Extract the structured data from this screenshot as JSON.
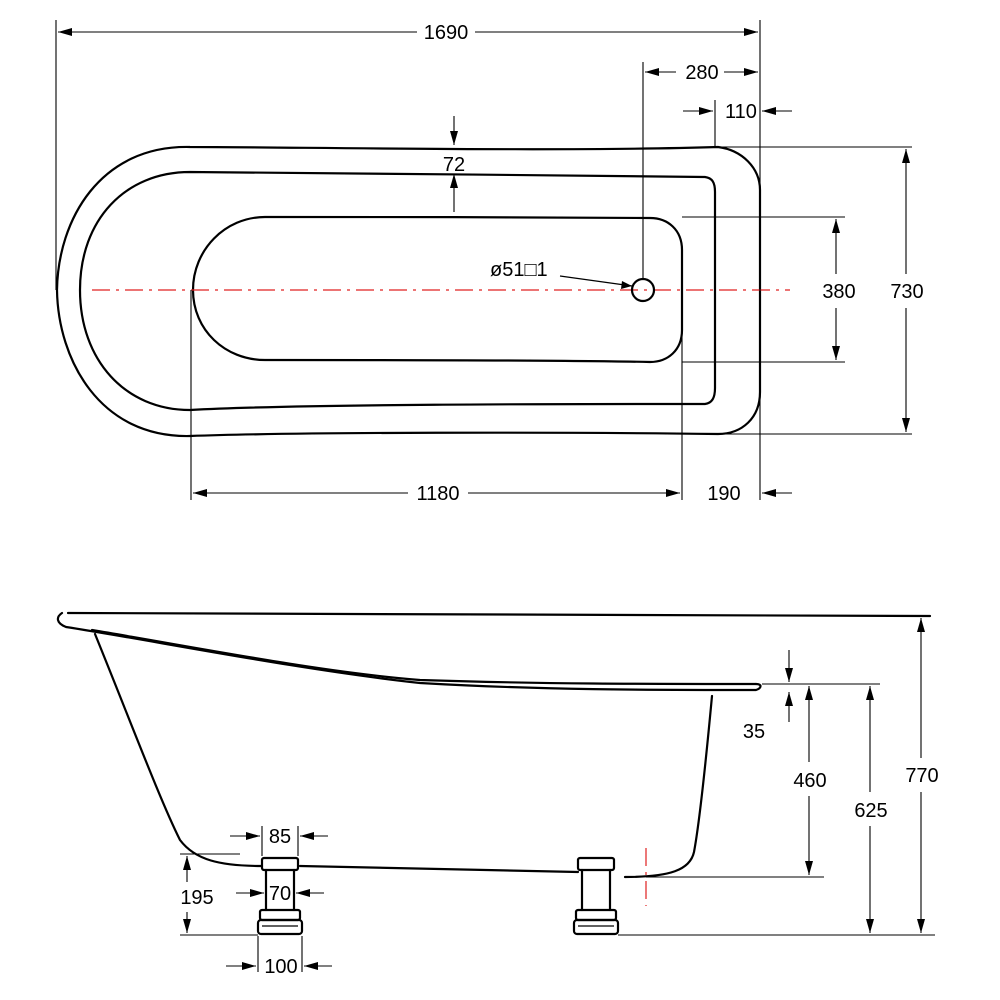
{
  "colors": {
    "line": "#000000",
    "centerline": "#e02020",
    "background": "#ffffff"
  },
  "plan": {
    "overall_length": "1690",
    "waste_offset": "280",
    "waste_edge_offset": "110",
    "rim_width": "72",
    "waste_label": "ø51□1",
    "inner_width": "380",
    "overall_width": "730",
    "inner_length": "1180",
    "end_rim": "190"
  },
  "elevation": {
    "rim_drop": "35",
    "floor_to_base": "460",
    "floor_to_rim": "625",
    "overall_height": "770",
    "foot_top_width": "85",
    "foot_neck_width": "70",
    "foot_base_width": "100",
    "foot_height": "195"
  }
}
